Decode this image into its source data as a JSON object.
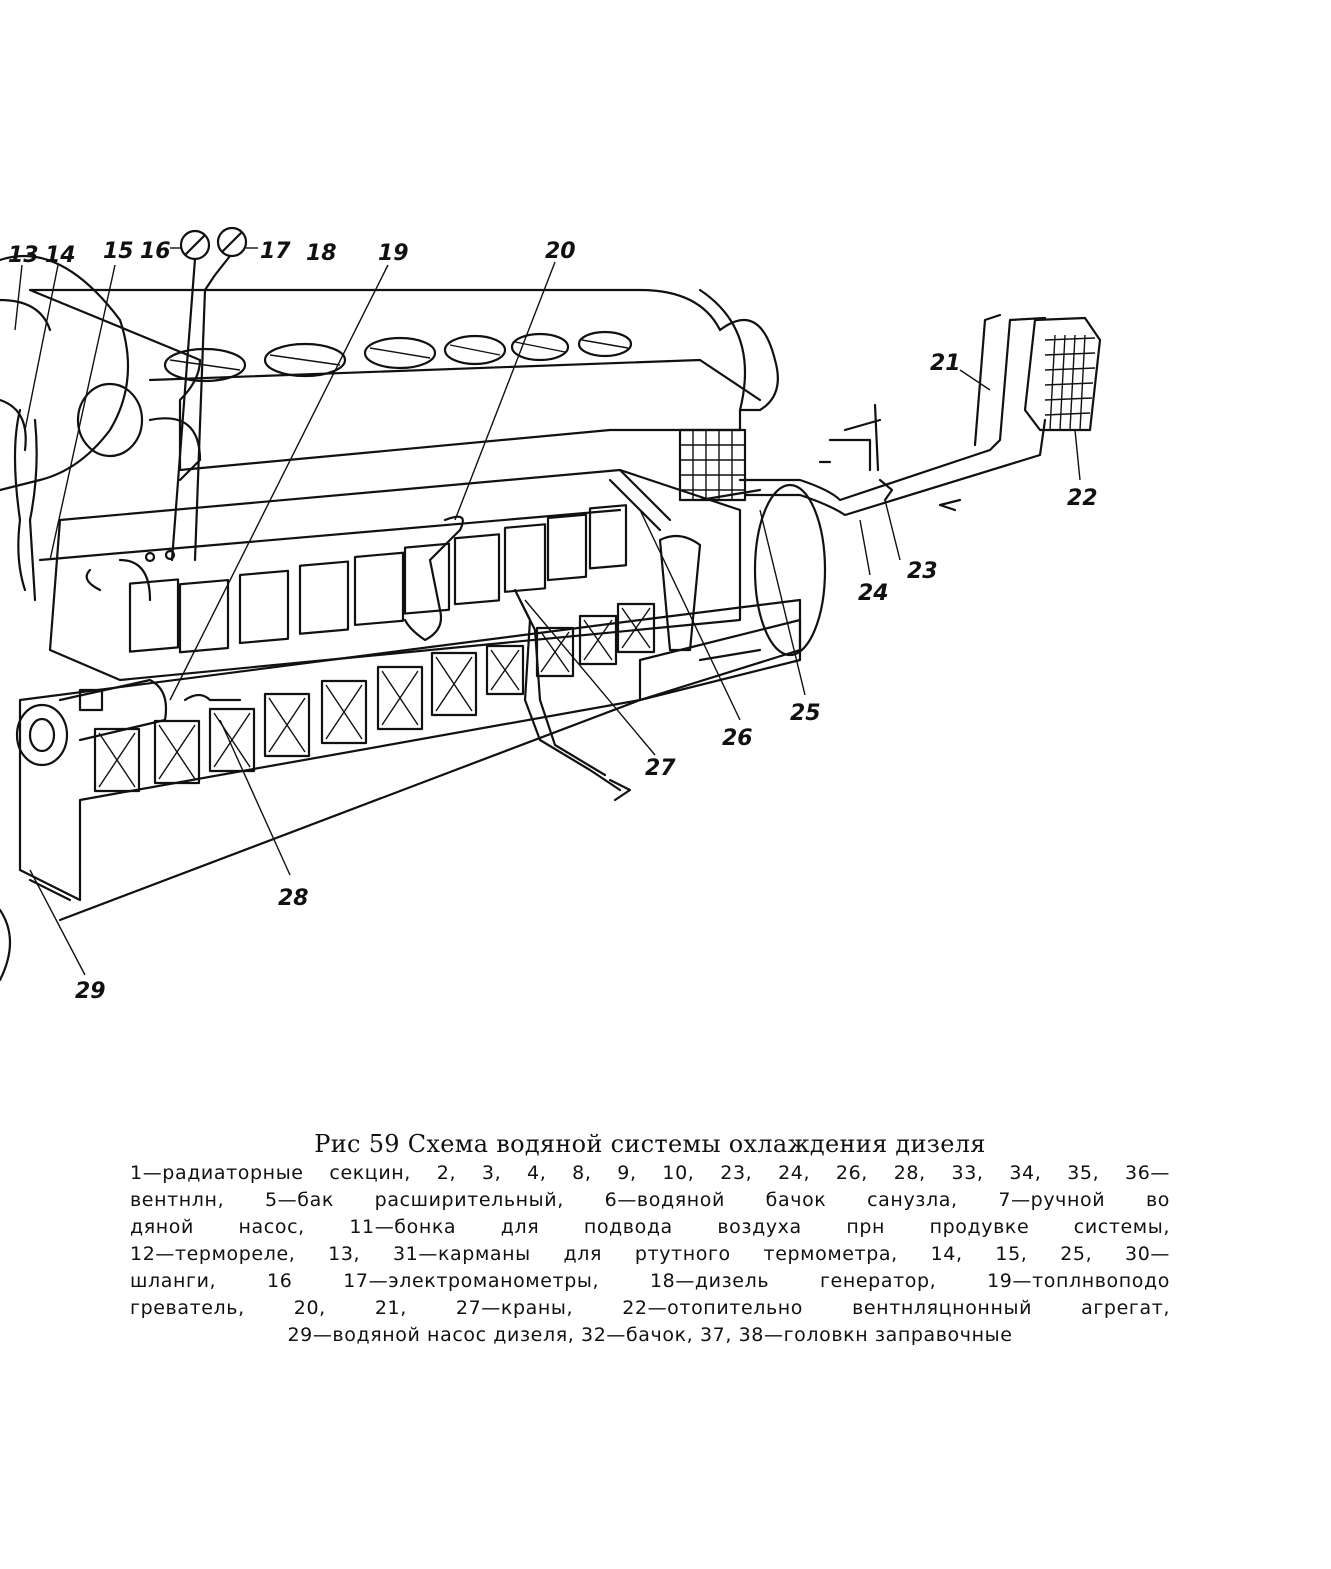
{
  "diagram": {
    "callouts": [
      {
        "id": "13",
        "text": "13"
      },
      {
        "id": "14",
        "text": "14"
      },
      {
        "id": "15",
        "text": "15"
      },
      {
        "id": "16",
        "text": "16"
      },
      {
        "id": "17",
        "text": "17"
      },
      {
        "id": "18",
        "text": "18"
      },
      {
        "id": "19",
        "text": "19"
      },
      {
        "id": "20",
        "text": "20"
      },
      {
        "id": "21",
        "text": "21"
      },
      {
        "id": "22",
        "text": "22"
      },
      {
        "id": "23",
        "text": "23"
      },
      {
        "id": "24",
        "text": "24"
      },
      {
        "id": "25",
        "text": "25"
      },
      {
        "id": "26",
        "text": "26"
      },
      {
        "id": "27",
        "text": "27"
      },
      {
        "id": "28",
        "text": "28"
      },
      {
        "id": "29",
        "text": "29"
      }
    ]
  },
  "caption": {
    "title": "Рис 59 Схема водяной системы охлаждения дизеля",
    "lines": [
      "1—радиаторные секцин, 2, 3, 4, 8, 9, 10, 23, 24, 26, 28, 33, 34, 35, 36—",
      "вентнлн, 5—бак расширительный, 6—водяной бачок санузла, 7—ручной во",
      "дяной насос, 11—бонка для подвода воздуха прн продувке системы,",
      "12—терморелe, 13, 31—карманы для ртутного термометра, 14, 15, 25, 30—",
      "шланги, 16 17—электроманометры, 18—дизель генератор, 19—топлнвоподо",
      "греватель, 20, 21, 27—краны, 22—отопительно вентнляцнонный агрегат,",
      "29—водяной насос дизеля, 32—бачок, 37, 38—головкн заправочные"
    ]
  }
}
